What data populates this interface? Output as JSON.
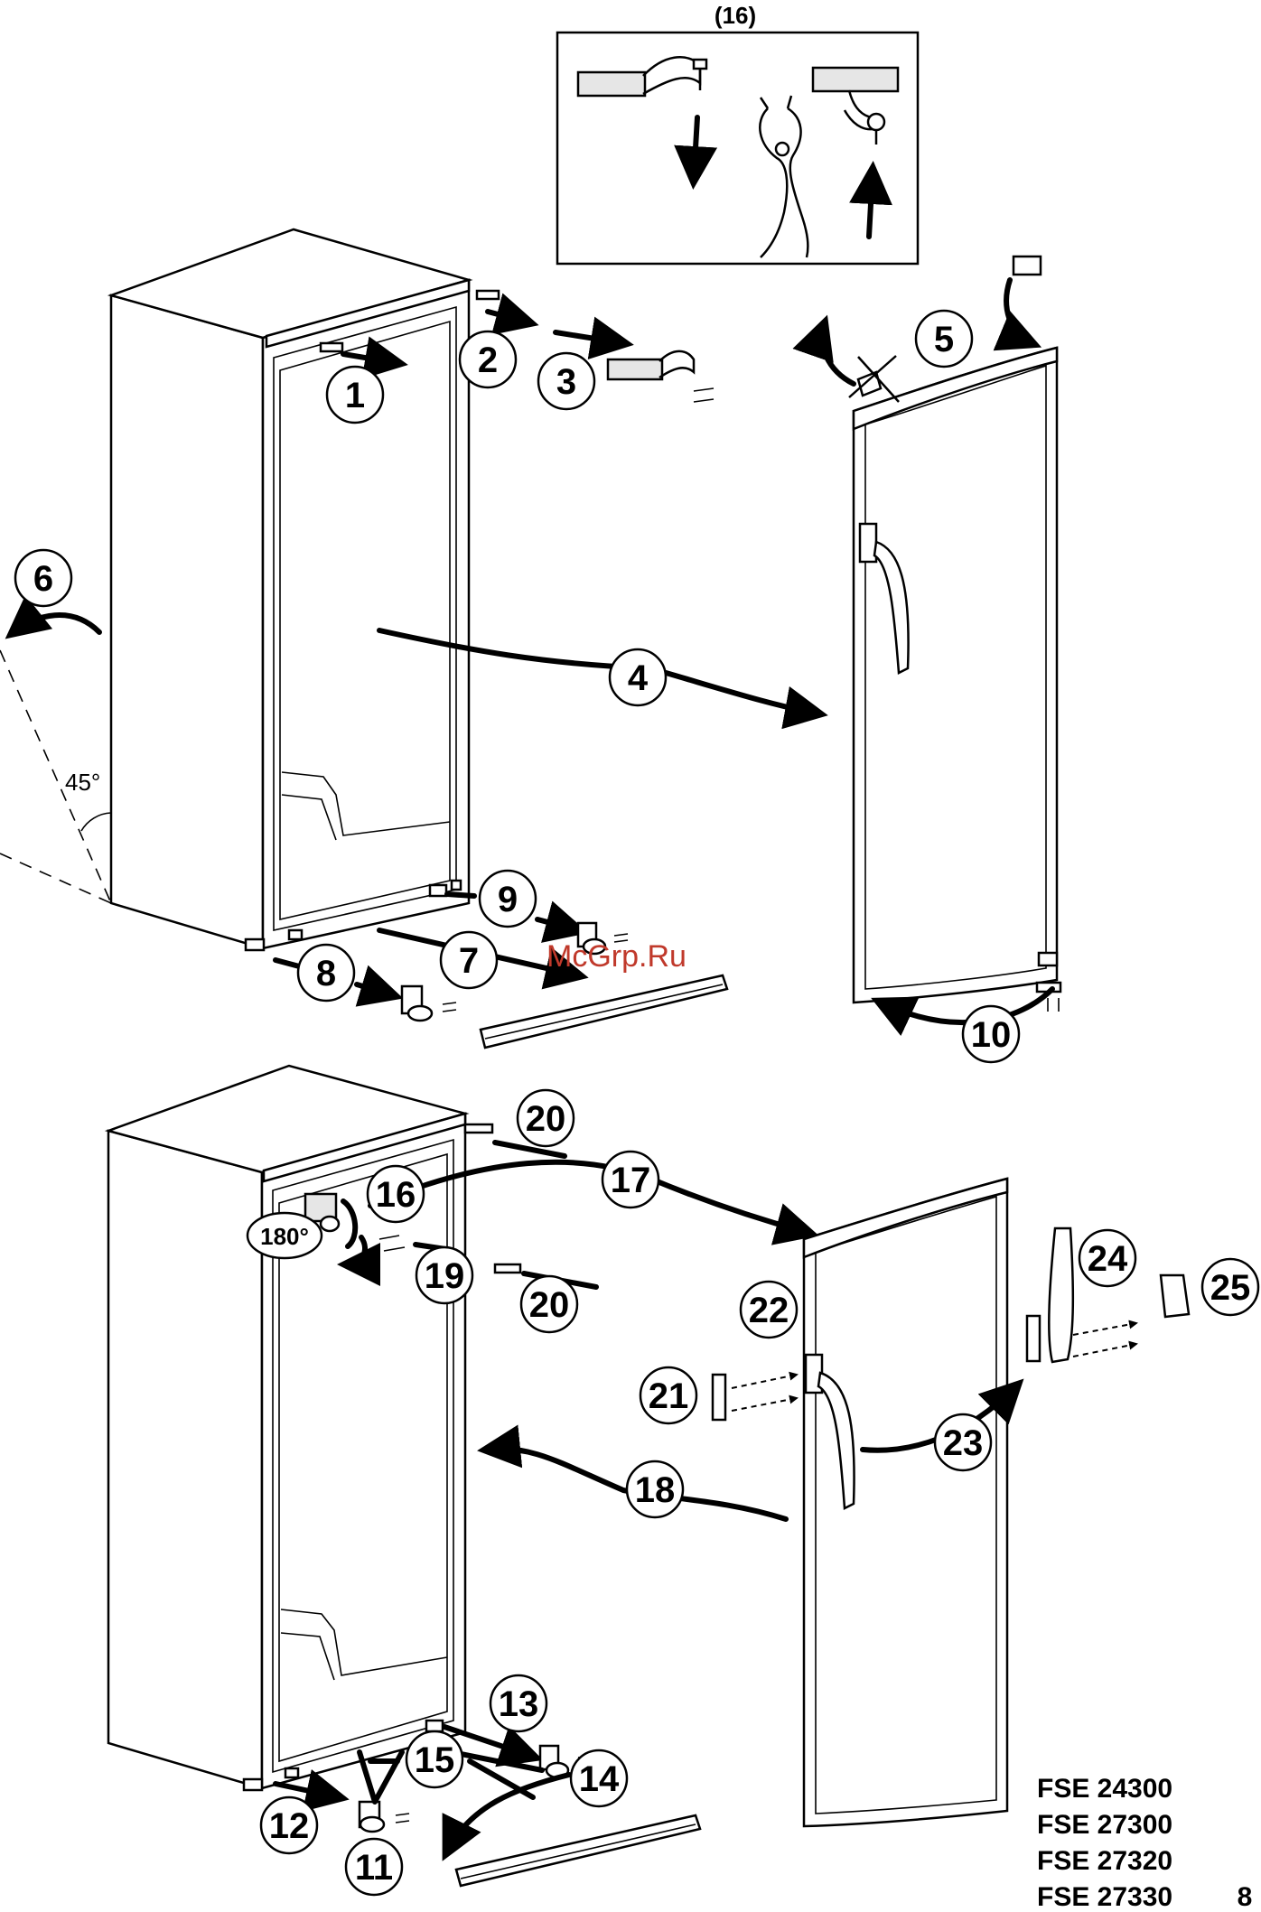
{
  "inset": {
    "label": "(16)"
  },
  "angles": {
    "tilt": "45°",
    "rotate": "180°"
  },
  "watermark": "McGrp.Ru",
  "steps": [
    "1",
    "2",
    "3",
    "4",
    "5",
    "6",
    "7",
    "8",
    "9",
    "10",
    "11",
    "12",
    "13",
    "14",
    "15",
    "16",
    "17",
    "18",
    "19",
    "20",
    "20",
    "21",
    "22",
    "23",
    "24",
    "25"
  ],
  "models": [
    "FSE 24300",
    "FSE 27300",
    "FSE 27320",
    "FSE 27330"
  ],
  "page_number": "8"
}
